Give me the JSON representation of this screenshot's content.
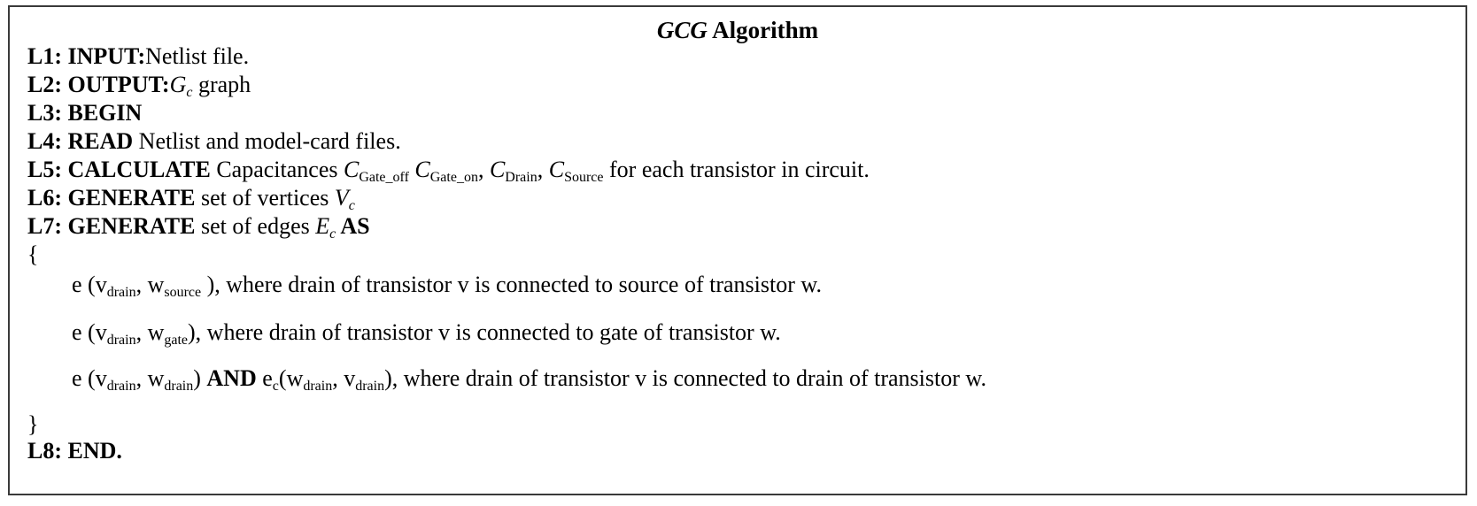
{
  "title": {
    "italic": "GCG",
    "rest": " Algorithm"
  },
  "lines": {
    "l1": {
      "label": "L1: INPUT:",
      "text": "Netlist file."
    },
    "l2": {
      "label": "L2: OUTPUT:",
      "var": "G",
      "sub": "c",
      "text": " graph"
    },
    "l3": {
      "label": "L3: BEGIN"
    },
    "l4": {
      "label": "L4: READ",
      "text": " Netlist and model-card files."
    },
    "l5": {
      "label": "L5: CALCULATE",
      "text1": " Capacitances ",
      "c1": "C",
      "c1sub": "Gate_off",
      "c2": " C",
      "c2sub": "Gate_on",
      "sep2": ", ",
      "c3": "C",
      "c3sub": "Drain",
      "sep3": ", ",
      "c4": "C",
      "c4sub": "Source",
      "text2": " for each transistor in circuit."
    },
    "l6": {
      "label": "L6: GENERATE",
      "text": " set of vertices ",
      "var": "V",
      "sub": "c"
    },
    "l7": {
      "label": "L7: GENERATE",
      "text": " set of edges ",
      "var": "E",
      "sub": "c",
      "tail": " AS"
    },
    "open_brace": "{",
    "e1": {
      "a": "e (v",
      "asub": "drain",
      "b": ", w",
      "bsub": "source",
      "c": " ), where drain of transistor v is connected to source of transistor w."
    },
    "e2": {
      "a": "e (v",
      "asub": "drain",
      "b": ", w",
      "bsub": "gate",
      "c": "), where drain of transistor v is connected to gate of transistor w."
    },
    "e3": {
      "a": "e (v",
      "asub": "drain",
      "b": ", w",
      "bsub": "drain",
      "c": ") ",
      "and": "AND",
      "d": " e",
      "dsub": "c",
      "e": "(w",
      "esub": "drain",
      "f": ", v",
      "fsub": "drain",
      "g": "), where drain of transistor v is connected to drain of transistor w."
    },
    "close_brace": "}",
    "l8": {
      "label": "L8: END."
    }
  }
}
